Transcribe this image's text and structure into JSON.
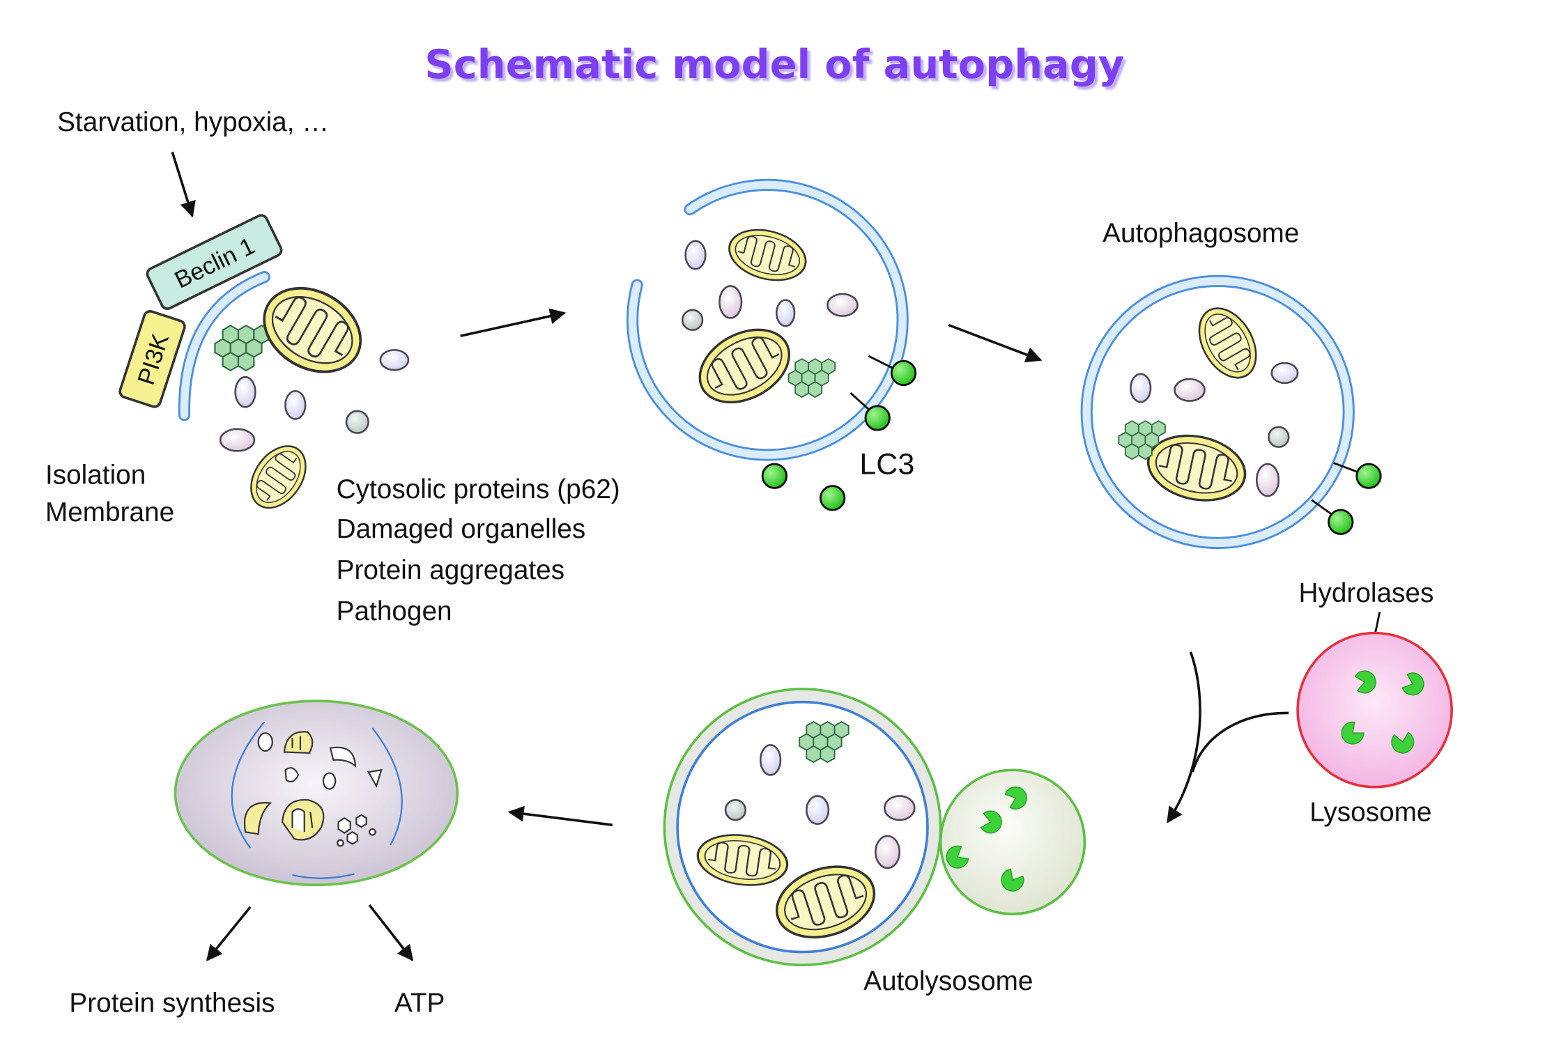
{
  "title": "Schematic model of autophagy",
  "stimulus": "Starvation, hypoxia, …",
  "initiation": {
    "beclin": "Beclin 1",
    "pi3k": "PI3K",
    "membrane_label": [
      "Isolation",
      "Membrane"
    ]
  },
  "cargo": [
    "Cytosolic proteins (p62)",
    "Damaged organelles",
    "Protein aggregates",
    "Pathogen"
  ],
  "phagophore": {
    "lc3_label": "LC3"
  },
  "autophagosome": {
    "label": "Autophagosome"
  },
  "lysosome": {
    "label": "Lysosome",
    "hydrolases_label": "Hydrolases"
  },
  "autolysosome": {
    "label": "Autolysosome"
  },
  "outputs": [
    "Protein synthesis",
    "ATP"
  ],
  "colors": {
    "title": "#7b3ff2",
    "membrane": "#4a8fe0",
    "lc3": "#2ecb22",
    "mitochondria": "#f6ef8e",
    "hydrolases": "#3ed13a",
    "lysosome_border": "#e8303a",
    "autolysosome_border": "#5cbf45"
  }
}
